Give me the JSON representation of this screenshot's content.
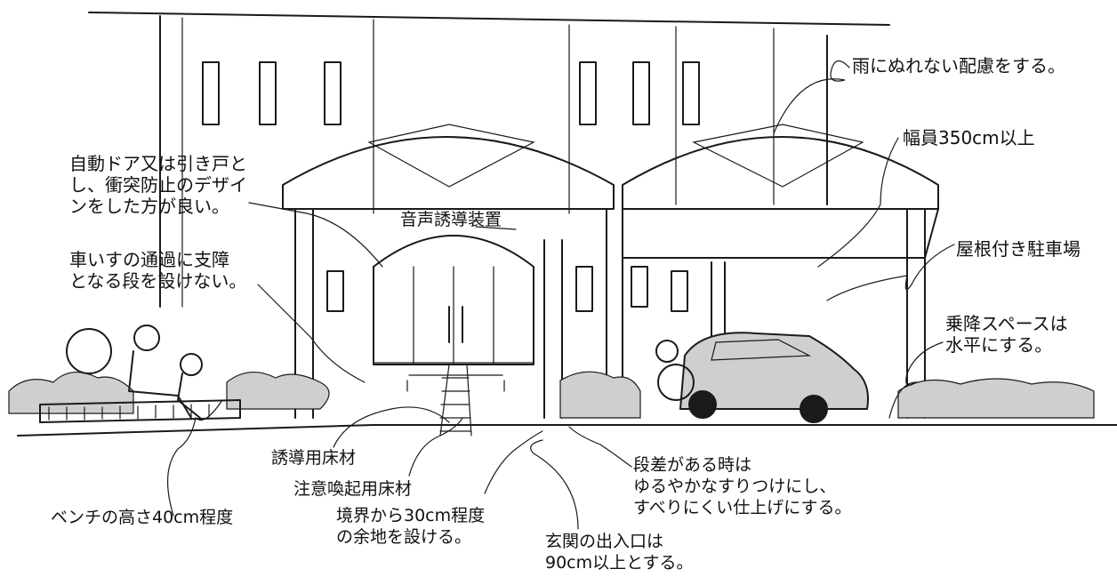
{
  "labels": {
    "rain": "雨にぬれない配慮をする。",
    "width": "幅員350cm以上",
    "door": "自動ドア又は引き戸と\nし、衝突防止のデザイ\nンをした方が良い。",
    "voice": "音声誘導装置",
    "carport": "屋根付き駐車場",
    "step": "車いすの通過に支障\nとなる段を設けない。",
    "getoff": "乗降スペースは\n水平にする。",
    "guide": "誘導用床材",
    "caution": "注意喚起用床材",
    "bench": "ベンチの高さ40cm程度",
    "boundary": "境界から30cm程度\nの余地を設ける。",
    "levels": "段差がある時は\nゆるやかなすりつけにし、\nすべりにくい仕上げにする。",
    "entrance": "玄関の出入口は\n90cm以上とする。"
  },
  "colors": {
    "ink": "#1a1a1a",
    "background": "#ffffff",
    "shading": "#cfcfcf"
  }
}
